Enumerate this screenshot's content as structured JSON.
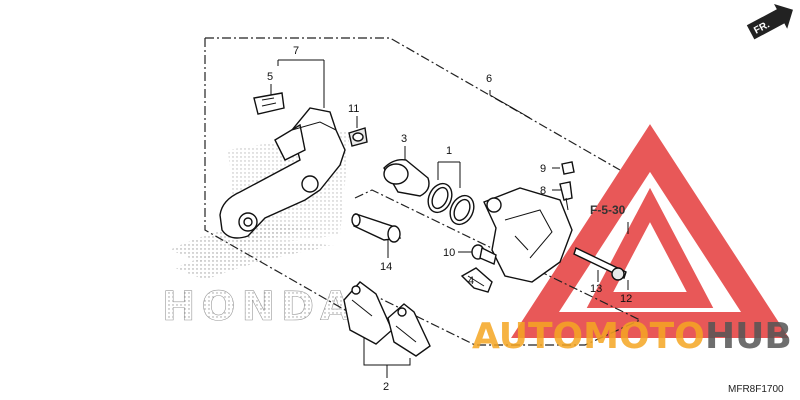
{
  "diagram": {
    "callouts": {
      "n1": "1",
      "n2": "2",
      "n3": "3",
      "n4": "4",
      "n5": "5",
      "n6": "6",
      "n7": "7",
      "n8": "8",
      "n9": "9",
      "n10": "10",
      "n11": "11",
      "n12": "12",
      "n13": "13",
      "n14": "14"
    },
    "page_reference": "F-5-30",
    "direction_marker": "FR.",
    "figure_code": "MFR8F1700"
  },
  "watermark": {
    "brand_left": "AUTOMOTO",
    "brand_right": "HUB",
    "background_logo_text": "HONDA"
  },
  "colors": {
    "watermark_red": "#e43b3b",
    "watermark_orange": "#f5a623",
    "watermark_dark": "#555555",
    "line": "#111111"
  }
}
